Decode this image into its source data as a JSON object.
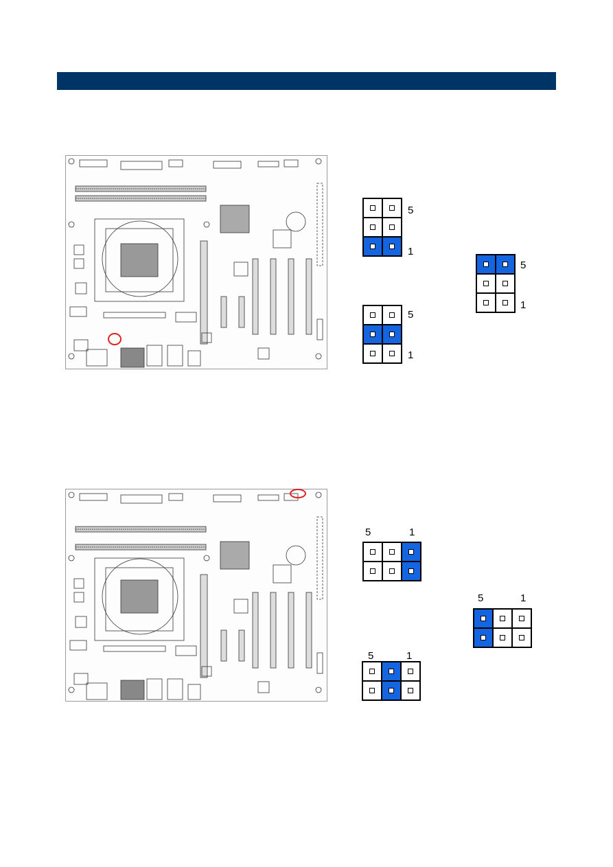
{
  "header": {
    "title": ""
  },
  "colors": {
    "header_bar": "#003366",
    "jumper_active": "#1565e0",
    "marker": "#e02020"
  },
  "figure1": {
    "board_icon": "motherboard-layout",
    "jumpers": [
      {
        "id": "a",
        "active_row": 3,
        "label_high": "5",
        "label_low": "1"
      },
      {
        "id": "b",
        "active_row": 1,
        "label_high": "5",
        "label_low": "1"
      },
      {
        "id": "c",
        "active_row": 2,
        "label_high": "5",
        "label_low": "1"
      }
    ]
  },
  "figure2": {
    "board_icon": "motherboard-layout",
    "jumpers": [
      {
        "id": "a",
        "active_col": 3,
        "label_left": "5",
        "label_right": "1"
      },
      {
        "id": "b",
        "active_col": 1,
        "label_left": "5",
        "label_right": "1"
      },
      {
        "id": "c",
        "active_col": 2,
        "label_left": "5",
        "label_right": "1"
      }
    ]
  }
}
